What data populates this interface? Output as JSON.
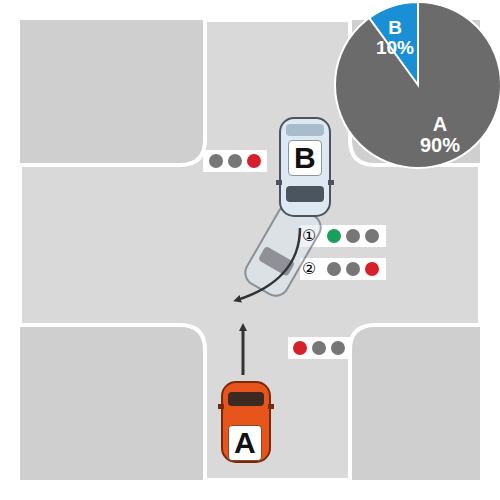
{
  "diagram": {
    "nodes": [
      {
        "text": [
          "B 10%"
        ]
      },
      {
        "text": [
          "A 90%"
        ]
      },
      {
        "text": [
          "B"
        ]
      },
      {
        "text": [
          "A"
        ]
      }
    ],
    "labels": [
      "①",
      "②"
    ]
  }
}
